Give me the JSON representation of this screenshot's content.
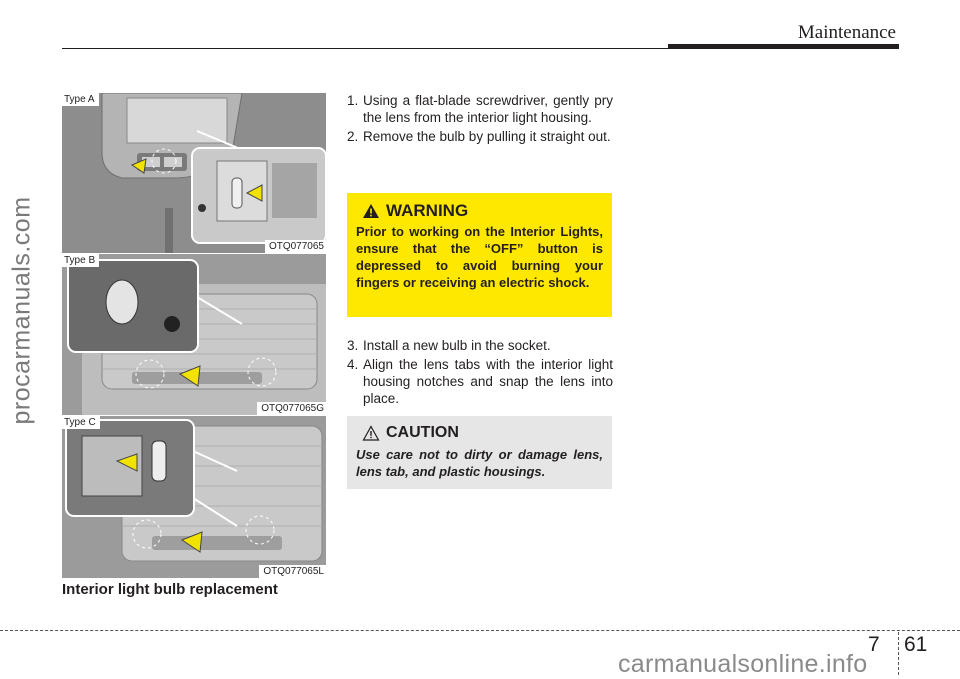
{
  "header": {
    "title": "Maintenance"
  },
  "figure": {
    "photos": [
      {
        "type_label": "Type A",
        "code": "OTQ077065"
      },
      {
        "type_label": "Type B",
        "code": "OTQ077065G"
      },
      {
        "type_label": "Type C",
        "code": "OTQ077065L"
      }
    ],
    "caption": "Interior light bulb replacement"
  },
  "steps_part1": [
    {
      "num": "1.",
      "text": "Using a flat-blade screwdriver, gently pry the lens from the interior light housing."
    },
    {
      "num": "2.",
      "text": "Remove the bulb by pulling it straight out."
    }
  ],
  "warning": {
    "title": "WARNING",
    "body": "Prior to working on the Interior Lights, ensure that the “OFF” button is depressed to avoid burning your fingers or receiving an electric shock.",
    "color": "#ffe800"
  },
  "steps_part2": [
    {
      "num": "3.",
      "text": "Install a new bulb in the socket."
    },
    {
      "num": "4.",
      "text": "Align the lens tabs with the interior light housing notches and snap the lens into place."
    }
  ],
  "caution": {
    "title": "CAUTION",
    "body": "Use care not to dirty or damage lens, lens tab, and plastic housings.",
    "color": "#e6e6e7"
  },
  "footer": {
    "chapter": "7",
    "page": "61"
  },
  "watermarks": {
    "side": "procarmanuals.com",
    "bottom": "carmanualsonline.info"
  }
}
